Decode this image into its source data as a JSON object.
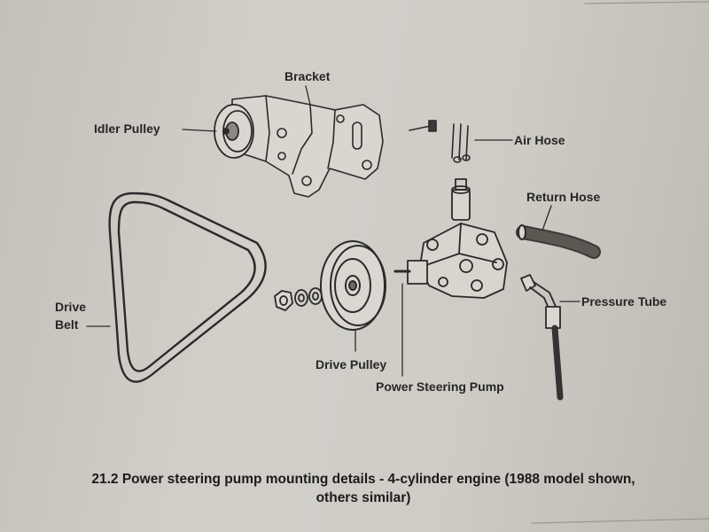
{
  "labels": {
    "bracket": "Bracket",
    "idler_pulley": "Idler Pulley",
    "air_hose": "Air Hose",
    "return_hose": "Return Hose",
    "drive_belt_line1": "Drive",
    "drive_belt_line2": "Belt",
    "pressure_tube": "Pressure Tube",
    "drive_pulley": "Drive Pulley",
    "power_steering_pump": "Power Steering Pump"
  },
  "caption": {
    "line1": "21.2 Power steering pump mounting details - 4-cylinder engine (1988 model shown,",
    "line2": "others similar)"
  },
  "colors": {
    "paper": "#cfccc6",
    "ink": "#262626"
  }
}
